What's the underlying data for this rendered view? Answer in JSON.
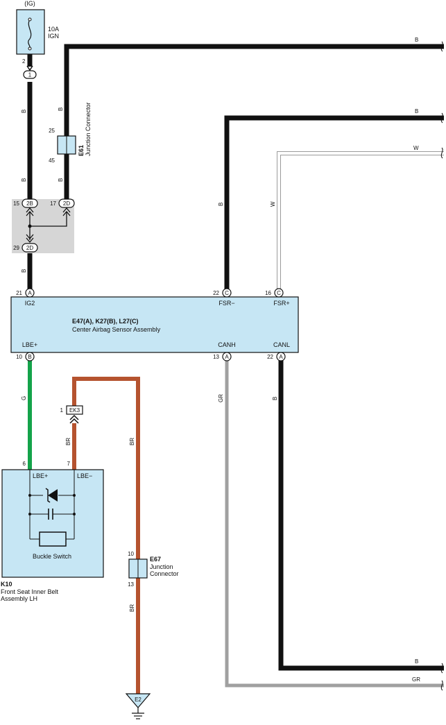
{
  "fuse": {
    "circuit": "(IG)",
    "rating": "10A",
    "name": "IGN"
  },
  "pins": {
    "fuse_out": "2",
    "c1": "1",
    "jc1_in": "25",
    "jc1_out": "45",
    "j2b_num": "15",
    "j2b": "2B",
    "j2d_num": "17",
    "j2d": "2D",
    "j2d_bot_num": "29",
    "j2d_bot": "2D",
    "ig2_num": "21",
    "ig2_conn": "A",
    "fsrm_num": "22",
    "fsrm_conn": "C",
    "fsrp_num": "16",
    "fsrp_conn": "C",
    "lbep_num": "10",
    "lbep_conn": "B",
    "canh_num": "13",
    "canh_conn": "A",
    "canl_num": "22",
    "canl_conn": "A",
    "ek3_num": "1",
    "ek3": "EK3",
    "buckle_6": "6",
    "buckle_7": "7",
    "e67_in": "10",
    "e67_out": "13",
    "ground": "E2"
  },
  "wire_colors": {
    "b": "B",
    "w": "W",
    "g": "G",
    "br": "BR",
    "gr": "GR"
  },
  "jc1": {
    "code": "E61",
    "name": "Junction Connector"
  },
  "ecu": {
    "codes": "E47(A), K27(B), L27(C)",
    "name": "Center Airbag Sensor Assembly",
    "ig2": "IG2",
    "fsr_minus": "FSR−",
    "fsr_plus": "FSR+",
    "lbe_plus": "LBE+",
    "canh": "CANH",
    "canl": "CANL"
  },
  "buckle": {
    "code": "K10",
    "name_line1": "Front Seat Inner Belt",
    "name_line2": "Assembly LH",
    "lbe_plus": "LBE+",
    "lbe_minus": "LBE−",
    "switch": "Buckle Switch"
  },
  "jc2": {
    "code": "E67",
    "name_line1": "Junction",
    "name_line2": "Connector"
  },
  "colors": {
    "black": "#111111",
    "white_wire": "#9a9a9a",
    "green": "#14a34a",
    "brown": "#b5532f",
    "gray": "#a0a0a0",
    "box_fill": "#c6e6f4",
    "joint_fill": "#d6d6d6",
    "conn_fill": "#c6e6f4"
  }
}
